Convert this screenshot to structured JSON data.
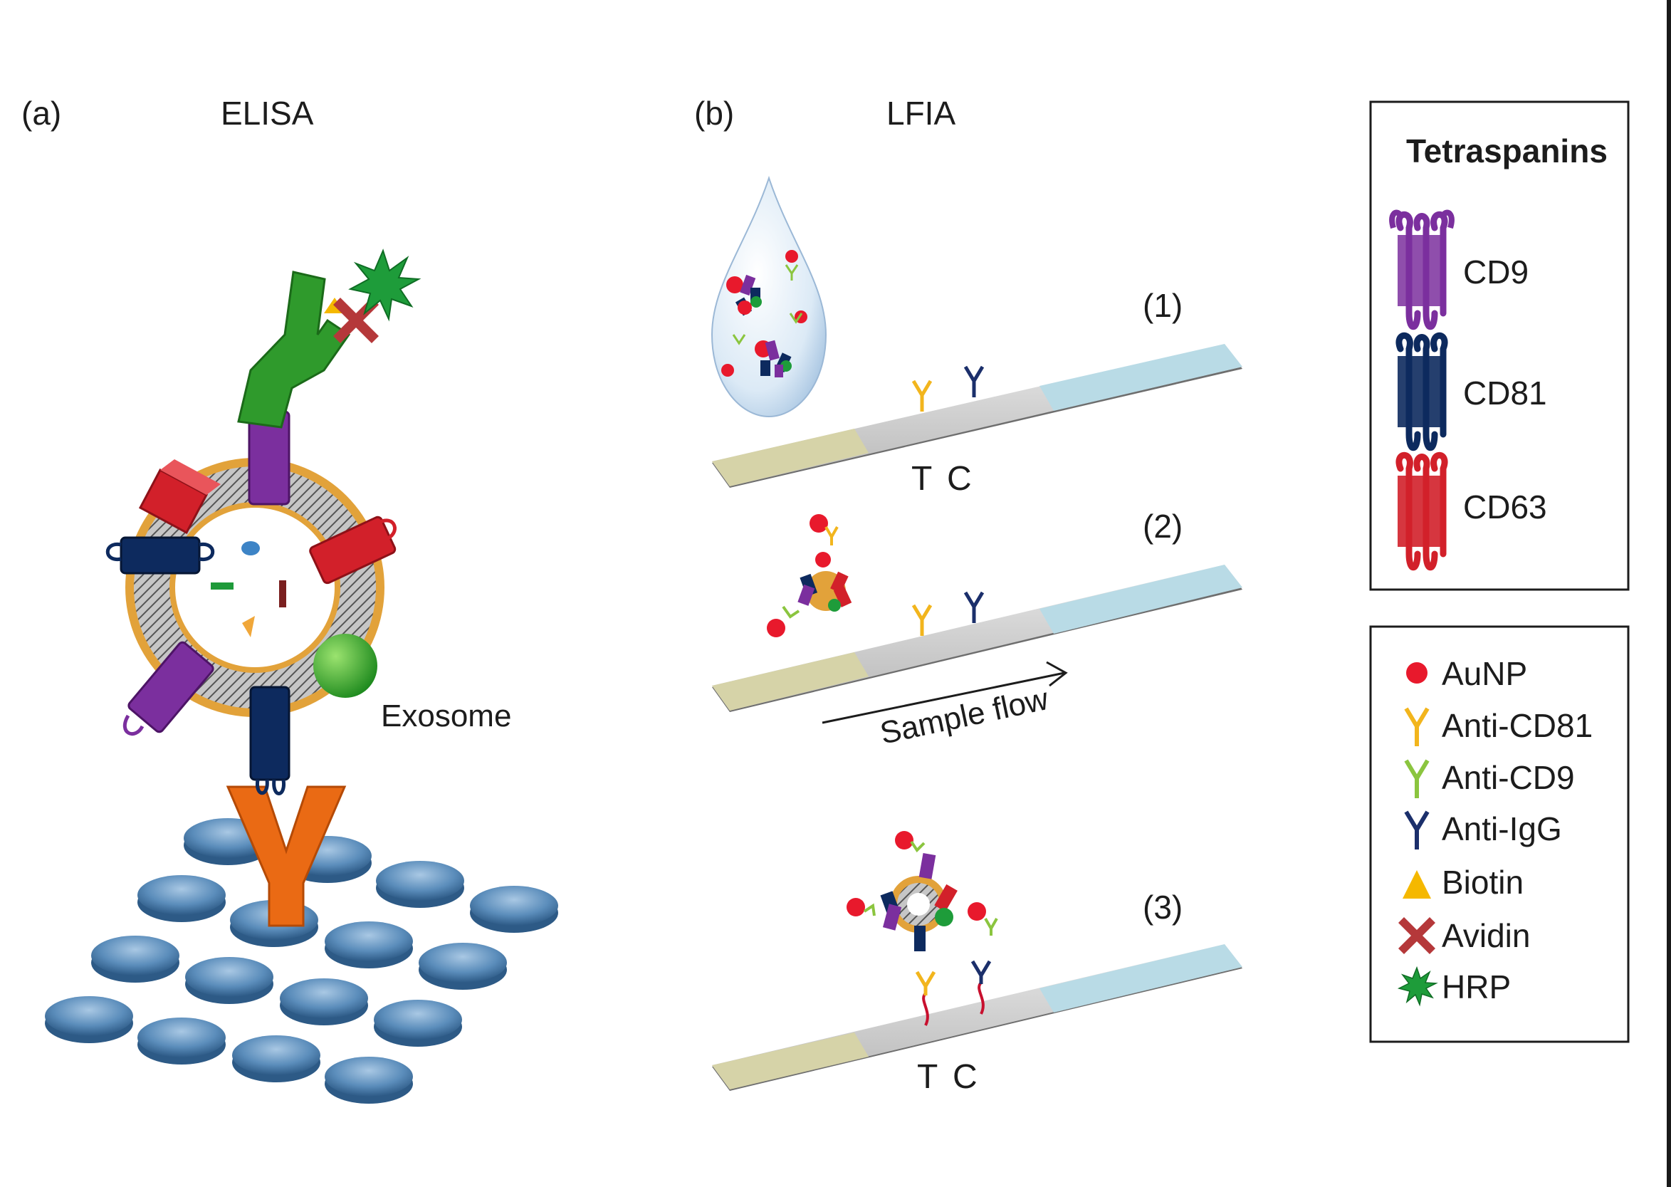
{
  "panels": {
    "a": {
      "label": "(a)",
      "title": "ELISA",
      "exosome_label": "Exosome"
    },
    "b": {
      "label": "(b)",
      "title": "LFIA",
      "steps": [
        "(1)",
        "(2)",
        "(3)"
      ],
      "test_line": "T",
      "control_line": "C",
      "flow_label": "Sample flow"
    }
  },
  "legend_tetraspanins": {
    "title": "Tetraspanins",
    "items": [
      {
        "label": "CD9",
        "color": "#7b2f9e"
      },
      {
        "label": "CD81",
        "color": "#0d2a5e"
      },
      {
        "label": "CD63",
        "color": "#d2202a"
      }
    ]
  },
  "legend_reagents": {
    "items": [
      {
        "label": "AuNP",
        "color": "#e8192c",
        "icon": "circle-icon"
      },
      {
        "label": "Anti-CD81",
        "color": "#f2b51d",
        "icon": "antibody-icon"
      },
      {
        "label": "Anti-CD9",
        "color": "#8bc53f",
        "icon": "antibody-icon"
      },
      {
        "label": "Anti-IgG",
        "color": "#1b2f6b",
        "icon": "antibody-icon"
      },
      {
        "label": "Biotin",
        "color": "#f5b800",
        "icon": "triangle-icon"
      },
      {
        "label": "Avidin",
        "color": "#b5383a",
        "icon": "cross-icon"
      },
      {
        "label": "HRP",
        "color": "#1e9c3a",
        "icon": "star-icon"
      }
    ]
  },
  "colors": {
    "plate_well": "#5b8dbb",
    "capture_antibody": "#ea6a14",
    "detection_antibody": "#2f9a2c",
    "membrane": "#e2a23a",
    "sample_pad": "#d6d3a8",
    "absorbent_pad": "#b9dbe6",
    "strip": "#c7c7c7"
  }
}
